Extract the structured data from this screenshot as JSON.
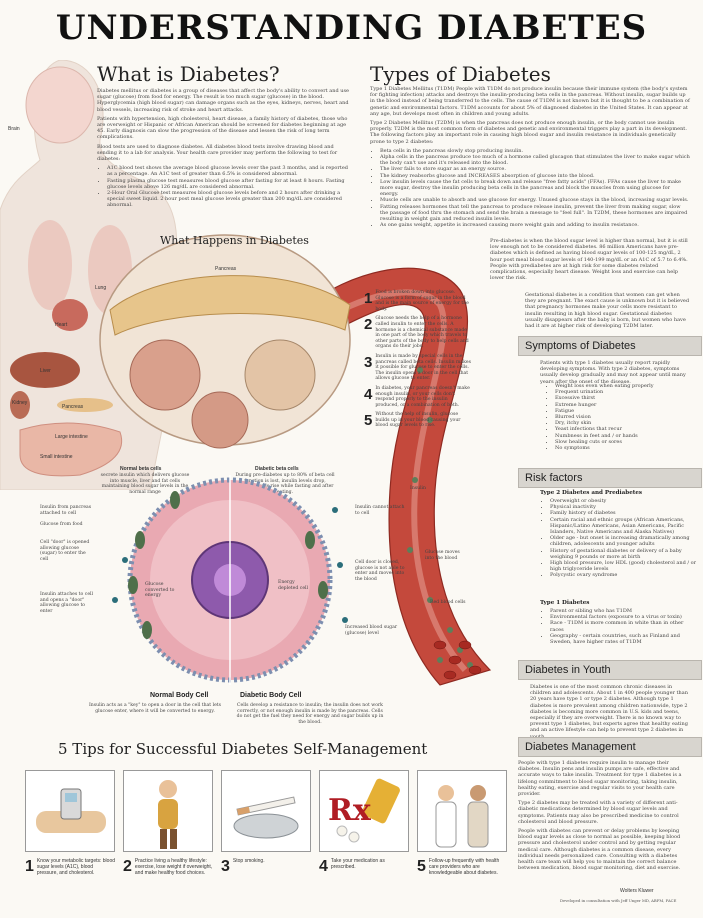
{
  "title": "UNDERSTANDING DIABETES",
  "what_is": {
    "heading": "What is Diabetes?",
    "paragraphs": [
      "Diabetes mellitus or diabetes is a group of diseases that affect the body's ability to convert and use sugar (glucose) from food for energy. The result is too much sugar (glucose) in the blood. Hyperglycemia (high blood sugar) can damage organs such as the eyes, kidneys, nerves, heart and blood vessels, increasing risk of stroke and heart attacks.",
      "Patients with hypertension, high cholesterol, heart disease, a family history of diabetes, those who are overweight or Hispanic or African American should be screened for diabetes beginning at age 45. Early diagnosis can slow the progression of the disease and lessen the risk of long term complications.",
      "Blood tests are used to diagnose diabetes. All diabetes blood tests involve drawing blood and sending it to a lab for analysis. Your health care provider may perform the following to test for diabetes:"
    ],
    "tests": [
      "A1C blood test shows the average blood glucose levels over the past 3 months, and is reported as a percentage. An A1C test of greater than 6.5% is considered abnormal.",
      "Fasting plasma glucose test measures blood glucose after fasting for at least 8 hours. Fasting glucose levels above 126 mg/dL are considered abnormal.",
      "2-Hour Oral Glucose test measures blood glucose levels before and 2 hours after drinking a special sweet liquid. 2 hour post meal glucose levels greater than 200 mg/dL are considered abnormal."
    ]
  },
  "types": {
    "heading": "Types of Diabetes",
    "t1": "Type 1 Diabetes Mellitus (T1DM) People with T1DM do not produce insulin because their immune system (the body's system for fighting infection) attacks and destroys the insulin-producing beta cells in the pancreas. Without insulin, sugar builds up in the blood instead of being transferred to the cells. The cause of T1DM is not known but it is thought to be a combination of genetic and environmental factors. T1DM accounts for about 5% of diagnosed diabetes in the United States. It can appear at any age, but develops most often in children and young adults.",
    "t2": "Type 2 Diabetes Mellitus (T2DM) is when the pancreas does not produce enough insulin, or the body cannot use insulin properly. T2DM is the most common form of diabetes and genetic and environmental triggers play a part in its development. The following factors play an important role in causing high blood sugar and insulin resistance in individuals genetically prone to type 2 diabetes:",
    "t2_points": [
      "Beta cells in the pancreas slowly stop producing insulin.",
      "Alpha cells in the pancreas produce too much of a hormone called glucagon that stimulates the liver to make sugar which the body can't use and it's released into the blood.",
      "The liver fails to store sugar as an energy source.",
      "The kidney reabsorbs glucose and INCREASES absorption of glucose into the blood.",
      "Low insulin levels cause the fat cells to break down and release \"free fatty acids\" (FFAs). FFAs cause the liver to make more sugar, destroy the insulin producing beta cells in the pancreas and block the muscles from using glucose for energy.",
      "Muscle cells are unable to absorb and use glucose for energy. Unused glucose stays in the blood, increasing sugar levels.",
      "Fatting releases hormones that tell the pancreas to produce release insulin, prevent the liver from making sugar, slow the passage of food thru the stomach and send the brain a message to \"feel full\". In T2DM, these hormones are impaired resulting in weight gain and reduced insulin levels.",
      "As one gains weight, appetite is increased causing more weight gain and adding to insulin resistance."
    ]
  },
  "prediabetes": "Pre-diabetes is when the blood sugar level is higher than normal, but it is still low enough not to be considered diabetes. 86 million Americans have pre-diabetes which is defined as having blood sugar levels of 100-125 mg/dL, 2 hour post meal blood sugar levels of 140-199 mg/dL or an A1C of 5.7 to 6.4%. People with prediabetes are at high risk for some diabetes related complications, especially heart disease. Weight loss and exercise can help lower the risk.",
  "gestational": "Gestational diabetes is a condition that women can get when they are pregnant. The exact cause is unknown but it is believed that pregnancy hormones make your cells more resistant to insulin resulting in high blood sugar. Gestational diabetes usually disappears after the baby is born, but women who have had it are at higher risk of developing T2DM later.",
  "happens": {
    "heading": "What Happens in Diabetes",
    "pancreas": "Pancreas",
    "normal_beta": "Normal beta cells",
    "normal_beta_desc": "secrete insulin which delivers glucose into muscle, liver and fat cells maintaining blood sugar levels in the normal range",
    "diabetic_beta": "Diabetic beta cells",
    "diabetic_beta_desc": "During pre-diabetes up to 80% of beta cell function is lost, insulin levels drop, glucose levels rise while fasting and after eating.",
    "steps": [
      "Food is broken down into glucose. Glucose is a form of sugar in the blood and is the main source of energy for the body.",
      "Glucose needs the help of a hormone called insulin to enter the cells. A hormone is a chemical substance made in one part of the body which travels to other parts of the body to help cells and organs do their jobs.",
      "Insulin is made by special cells in the pancreas called beta cells. Insulin makes it possible for glucose to enter the cells. The insulin opens a door in the cell that allows glucose to enter.",
      "In diabetes, your pancreas doesn't make enough insulin, or your cells don't respond properly to the insulin produced, or a combination of both.",
      "Without the help of insulin, glucose builds up in your blood causing your blood sugar levels to rise."
    ]
  },
  "organs": {
    "brain": "Brain",
    "lung": "Lung",
    "heart": "Heart",
    "liver": "Liver",
    "kidney": "Kidney",
    "pancreas": "Pancreas",
    "large_intestine": "Large intestine",
    "small_intestine": "Small intestine"
  },
  "cells": {
    "insulin_attached": "Insulin from pancreas attached to cell",
    "glucose_from_food": "Glucose from food",
    "cell_door": "Cell \"door\" is opened allowing glucose (sugar) to enter the cell",
    "insulin_attaches": "Insulin attaches to cell and opens a \"door\" allowing glucose to enter",
    "glucose_converted": "Glucose converted to energy",
    "insulin_label": "Insulin",
    "insulin_cannot": "Insulin cannot attach to cell",
    "cell_door_closed": "Cell door is closed, glucose is not able to enter and moves into the blood",
    "glucose_moves": "Glucose moves into the blood",
    "energy_depleted": "Energy depleted cell",
    "red_blood_cells": "Red blood cells",
    "increased_sugar": "Increased blood sugar (glucose) level",
    "normal_cell": "Normal Body Cell",
    "normal_cell_desc": "Insulin acts as a \"key\" to open a door in the cell that lets glucose enter, where it will be converted to energy.",
    "diabetic_cell": "Diabetic Body Cell",
    "diabetic_cell_desc": "Cells develop a resistance to insulin; the insulin does not work correctly, or not enough insulin is made by the pancreas. Cells do not get the fuel they need for energy and sugar builds up in the blood."
  },
  "symptoms": {
    "heading": "Symptoms of Diabetes",
    "intro": "Patients with type 1 diabetes usually report rapidly developing symptoms. With type 2 diabetes, symptoms usually develop gradually and may not appear until many years after the onset of the disease.",
    "items": [
      "Weight loss even when eating properly",
      "Frequent urination",
      "Excessive thirst",
      "Extreme hunger",
      "Fatigue",
      "Blurred vision",
      "Dry, itchy skin",
      "Yeast infections that recur",
      "Numbness in feet and / or hands",
      "Slow healing cuts or sores",
      "No symptoms"
    ]
  },
  "risk": {
    "heading": "Risk factors",
    "t2_heading": "Type 2 Diabetes and Prediabetes",
    "t2_items": [
      "Overweight or obesity",
      "Physical inactivity",
      "Family history of diabetes",
      "Certain racial and ethnic groups (African Americans, Hispanic/Latino Americans, Asian Americans, Pacific Islanders, Native Americans and Alaska Natives)",
      "Older age - but onset is increasing dramatically among children, adolescents and younger adults",
      "History of gestational diabetes or delivery of a baby weighing 9 pounds or more at birth",
      "High blood pressure, low HDL (good) cholesterol and / or high triglyceride levels",
      "Polycystic ovary syndrome"
    ],
    "t1_heading": "Type 1 Diabetes",
    "t1_items": [
      "Parent or sibling who has T1DM",
      "Environmental factors (exposure to a virus or toxin)",
      "Race - T1DM is more common in white than in other races",
      "Geography - certain countries, such as Finland and Sweden, have higher rates of T1DM"
    ]
  },
  "youth": {
    "heading": "Diabetes in Youth",
    "text": "Diabetes is one of the most common chronic diseases in children and adolescents. About 1 in 400 people younger than 20 years have type 1 or type 2 diabetes. Although type 1 diabetes is more prevalent among children nationwide, type 2 diabetes is becoming more common in U.S. kids and teens, especially if they are overweight. There is no known way to prevent type 1 diabetes, but experts agree that healthy eating and an active lifestyle can help to prevent type 2 diabetes in youth."
  },
  "management": {
    "heading": "Diabetes Management",
    "paragraphs": [
      "People with type 1 diabetes require insulin to manage their diabetes. Insulin pens and insulin pumps are safe, effective and accurate ways to take insulin. Treatment for type 1 diabetes is a lifelong commitment to blood sugar monitoring, taking insulin, healthy eating, exercise and regular visits to your health care provider.",
      "Type 2 diabetes may be treated with a variety of different anti-diabetic medications determined by blood sugar levels and symptoms. Patients may also be prescribed medicine to control cholesterol and blood pressure.",
      "People with diabetes can prevent or delay problems by keeping blood sugar levels as close to normal as possible, keeping blood pressure and cholesterol under control and by getting regular medical care. Although diabetes is a common disease, every individual needs personalized care. Consulting with a diabetes health care team will help you to maintain the correct balance between medication, blood sugar monitoring, diet and exercise."
    ]
  },
  "tips": {
    "heading": "5 Tips for Successful Diabetes Self-Management",
    "items": [
      {
        "num": "1",
        "text": "Know your metabolic targets: blood sugar levels (A1C), blood pressure, and cholesterol."
      },
      {
        "num": "2",
        "text": "Practice living a healthy lifestyle: exercise, lose weight if overweight, and make healthy food choices."
      },
      {
        "num": "3",
        "text": "Stop smoking."
      },
      {
        "num": "4",
        "text": "Take your medication as prescribed."
      },
      {
        "num": "5",
        "text": "Follow-up frequently with health care providers who are knowledgeable about diabetes."
      }
    ],
    "rx": "Rx"
  },
  "footer": {
    "publisher": "Wolters Kluwer",
    "credit": "Developed in consultation with Jeff Unger MD, ABFM, FACE"
  },
  "colors": {
    "artery": "#b5352a",
    "artery_inner": "#d9776a",
    "bar": "#d8d5cf",
    "cell_pink": "#e8a8b0",
    "nucleus": "#7b4a9a"
  }
}
